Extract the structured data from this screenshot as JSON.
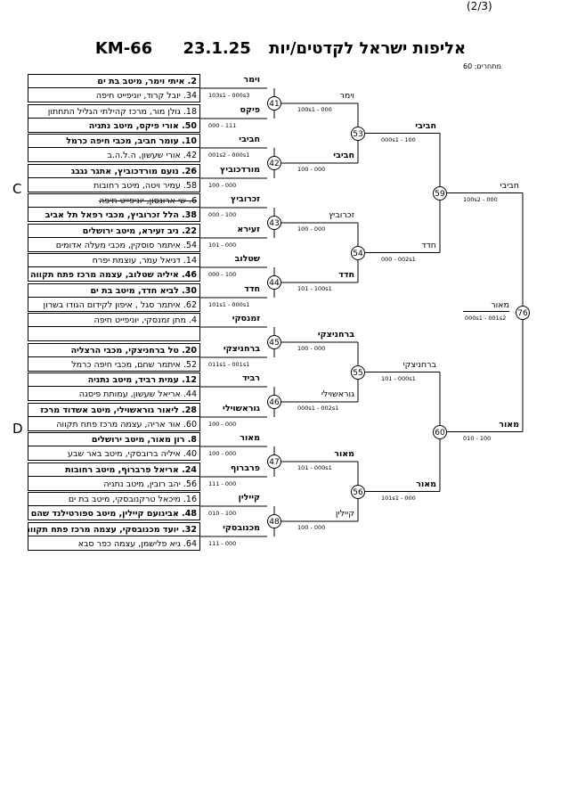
{
  "page_number": "(2/3)",
  "header": {
    "title": "אליפות ישראל לקדטים/יות",
    "date": "23.1.25",
    "code": "KM-66",
    "participants": "מתחרים: 60"
  },
  "side_labels": {
    "c": "C",
    "d": "D"
  },
  "pairs": [
    {
      "top": "2. איתי וימר, מיטב בת ים",
      "top_bold": true,
      "bottom": "34. יובל קרוד, יוניפייט חיפה",
      "bottom_bold": false,
      "winner": "וימר",
      "score": "103s1 - 000s3"
    },
    {
      "top": "18. גולן מור, מרכז קהילתי הגליל התחתון",
      "top_bold": false,
      "bottom": "50. אורי פיקס, מיטב נתניה",
      "bottom_bold": true,
      "winner": "פיקס",
      "score": "000 - 111"
    },
    {
      "top": "10. עומר חביב, מכבי חיפה כרמל",
      "top_bold": true,
      "bottom": "42. אורי שעשון, ה.ל.ה.ב",
      "bottom_bold": false,
      "winner": "חביבי",
      "score": "001s2 - 000s1"
    },
    {
      "top": "26. נועם מורדכוביץ, אתגר נגבג",
      "top_bold": true,
      "bottom": "58. עמיר ויטה, מיטב רחובות",
      "bottom_bold": false,
      "winner": "מורדכוביץ",
      "score": "100 - 000"
    },
    {
      "top": "6. שי ארונסון, יוניפייט חיפה",
      "top_bold": false,
      "top_strike": true,
      "bottom": "38. הלל זכרוביץ, מכבי רפאל תל אביב",
      "bottom_bold": true,
      "winner": "זכרוביץ",
      "score": "000 - 100"
    },
    {
      "top": "22. ניב זעירא, מיטב ירושלים",
      "top_bold": true,
      "bottom": "54. איתמר סוסקין, מכבי מעלה אדומים",
      "bottom_bold": false,
      "winner": "זעירא",
      "score": "101 - 000"
    },
    {
      "top": "14. דניאל עמר, עוצמת יפרח",
      "top_bold": false,
      "bottom": "46. איליה שטלוב, עצמה מרכז פתח תקווה",
      "bottom_bold": true,
      "winner": "שטלוב",
      "score": "000 - 100"
    },
    {
      "top": "30. לביא חדד, מיטב בת ים",
      "top_bold": true,
      "bottom": "62. איתמר סגל , איפון לקידום הגודו בשרון",
      "bottom_bold": false,
      "winner": "חדד",
      "score": "101s1 - 000s1"
    },
    {
      "top": "4. מתן זמנסקי, יוניפייט חיפה",
      "top_bold": false,
      "bottom": "",
      "bottom_bold": false,
      "winner": "זמנסקי",
      "score": ""
    },
    {
      "top": "20. טל ברחניצקי, מכבי הרצליה",
      "top_bold": true,
      "bottom": "52. איתמר שחם, מכבי חיפה כרמל",
      "bottom_bold": false,
      "winner": "ברחניצקי",
      "score": "011s1 - 001s1"
    },
    {
      "top": "12. עמית רביד, מיטב נתניה",
      "top_bold": true,
      "bottom": "44. אריאל שעשון, עמותת פיסגה",
      "bottom_bold": false,
      "winner": "רביד",
      "score": ""
    },
    {
      "top": "28. ליאור גוראשוילי, מיטב אשדוד מרכז",
      "top_bold": true,
      "bottom": "60. אור אריה, עצמה מרכז פתח תקווה",
      "bottom_bold": false,
      "winner": "גוראשוילי",
      "score": "100 - 000"
    },
    {
      "top": "8. רון מאור, מיטב ירושלים",
      "top_bold": true,
      "bottom": "40. איליה ברובסקי, מיטב באר שבע",
      "bottom_bold": false,
      "winner": "מאור",
      "score": "100 - 000"
    },
    {
      "top": "24. אריאל פרברוף, מיטב רחובות",
      "top_bold": true,
      "bottom": "56. יהב רובין, מיטב נתניה",
      "bottom_bold": false,
      "winner": "פרברוף",
      "score": "111 - 000"
    },
    {
      "top": "16. מיכאל טרקנובסקי, מיטב בת ים",
      "top_bold": false,
      "bottom": "48. אבינועם קיילין, מיטב ספורטילנד שהם",
      "bottom_bold": true,
      "winner": "קיילין",
      "score": "010 - 100"
    },
    {
      "top": "32. יועד מכנובסקי, עצמה מרכז פתח תקווה",
      "top_bold": true,
      "bottom": "64. גיא פלישמן, עצמה כפר סבא",
      "bottom_bold": false,
      "winner": "מכנובסקי",
      "score": "111 - 000"
    }
  ],
  "round2": [
    {
      "node": "41",
      "winner": "וימר",
      "winner_bold": false,
      "score": "100s1 - 000"
    },
    {
      "node": "42",
      "winner": "חביבי",
      "winner_bold": true,
      "score": "100 - 000"
    },
    {
      "node": "43",
      "winner": "זכרוביץ",
      "winner_bold": false,
      "score": "100 - 000"
    },
    {
      "node": "44",
      "winner": "חדד",
      "winner_bold": true,
      "score": "101 - 100s1"
    },
    {
      "node": "45",
      "winner": "ברחניצקי",
      "winner_bold": true,
      "score": "100 - 000"
    },
    {
      "node": "46",
      "winner": "גוראשוילי",
      "winner_bold": false,
      "score": "000s1 - 002s1"
    },
    {
      "node": "47",
      "winner": "מאור",
      "winner_bold": true,
      "score": "101 - 000s1"
    },
    {
      "node": "48",
      "winner": "קיילין",
      "winner_bold": false,
      "score": "100 - 000"
    }
  ],
  "round3": [
    {
      "node": "53",
      "winner": "חביבי",
      "winner_bold": true,
      "score": "000s1 - 100"
    },
    {
      "node": "54",
      "winner": "חדד",
      "winner_bold": false,
      "score": "000 - 002s1"
    },
    {
      "node": "55",
      "winner": "ברחניצקי",
      "winner_bold": false,
      "score": "101 - 000s1"
    },
    {
      "node": "56",
      "winner": "מאור",
      "winner_bold": true,
      "score": "101s1 - 000"
    }
  ],
  "round4": [
    {
      "node": "59",
      "winner": "חביבי",
      "winner_bold": false,
      "score": "100s2 - 000"
    },
    {
      "node": "60",
      "winner": "מאור",
      "winner_bold": true,
      "score": "010 - 100"
    }
  ],
  "final": {
    "node": "76",
    "winner": "מאור",
    "winner_bold": false,
    "score": "000s1 - 001s2"
  }
}
